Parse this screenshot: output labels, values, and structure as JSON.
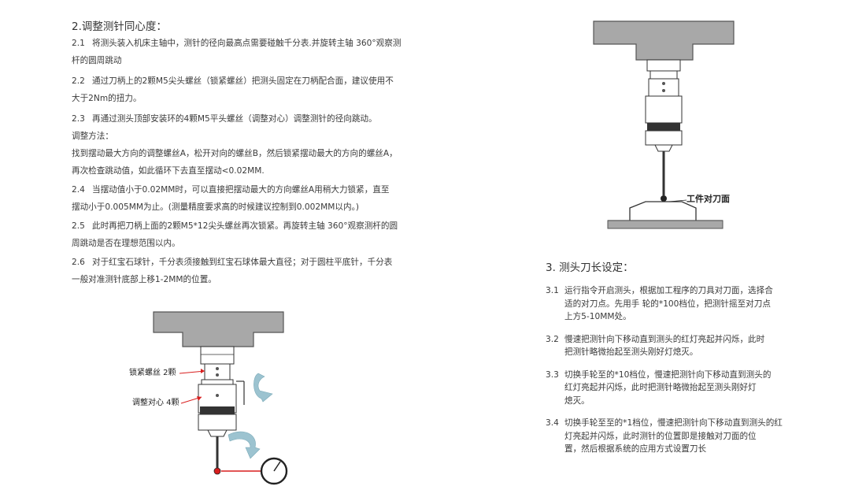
{
  "left": {
    "heading": "2.调整测针同心度：",
    "items": [
      {
        "num": "2.1",
        "lines": [
          "将测头装入机床主轴中，测针的径向最高点需要碰触千分表.并旋转主轴 360°观察测",
          "杆的圆周跳动"
        ]
      },
      {
        "num": "2.2",
        "lines": [
          "通过刀柄上的2颗M5尖头螺丝（锁紧螺丝）把测头固定在刀柄配合面，建议使用不",
          "大于2Nm的扭力。"
        ]
      },
      {
        "num": "2.3",
        "lines": [
          "再通过测头顶部安装环的4颗M5平头螺丝（调整对心）调整测针的径向跳动。"
        ]
      },
      {
        "num": "",
        "lines": [
          "调整方法：",
          "找到摆动最大方向的调整螺丝A，松开对向的螺丝B，然后锁紧摆动最大的方向的螺丝A，",
          "再次检查跳动值，如此循环下去直至摆动<0.02MM."
        ]
      },
      {
        "num": "2.4",
        "lines": [
          "当摆动值小于0.02MM时，可以直接把摆动最大的方向螺丝A用稍大力锁紧，直至",
          "摆动小于0.005MM为止。(测量精度要求高的时候建议控制到0.002MM以内。)"
        ]
      },
      {
        "num": "2.5",
        "lines": [
          "此时再把刀柄上面的2颗M5*12尖头螺丝再次锁紧。再旋转主轴   360°观察测杆的圆",
          "周跳动是否在理想范围以内。"
        ]
      },
      {
        "num": "2.6",
        "lines": [
          "对于红宝石球针，千分表须接触到红宝石球体最大直径；对于圆柱平底针，千分表",
          "一般对准测针底部上移1-2MM的位置。"
        ]
      }
    ],
    "figure": {
      "label_lock": "锁紧螺丝 2颗",
      "label_adjust": "调整对心 4颗"
    }
  },
  "right": {
    "figure_label": "工件对刀面",
    "heading": "3. 测头刀长设定：",
    "items": [
      {
        "num": "3.1",
        "lines": [
          "运行指令开启测头，根据加工程序的刀具对刀面，选择合",
          "适的对刀点。先用手 轮的*100档位，把测针摇至对刀点",
          "上方5-10MM处。"
        ]
      },
      {
        "num": "3.2",
        "lines": [
          "慢速把测针向下移动直到测头的红灯亮起并闪烁，此时",
          "把测针略微抬起至测头刚好灯熄灭。"
        ]
      },
      {
        "num": "3.3",
        "lines": [
          "切换手轮至的*10档位，慢速把测针向下移动直到测头的",
          "红灯亮起并闪烁，此时把测针略微抬起至测头刚好灯",
          "熄灭。"
        ]
      },
      {
        "num": "3.4",
        "lines": [
          "切换手轮至至的*1档位，慢速把测针向下移动直到测头的红",
          "灯亮起并闪烁，此时测针的位置即是接触对刀面的位",
          "置，然后根据系统的应用方式设置刀长"
        ]
      }
    ]
  },
  "colors": {
    "machine_gray": "#a8a8a8",
    "arrow_blue": "#9cc3d0",
    "ruby_red": "#d81e1e"
  }
}
